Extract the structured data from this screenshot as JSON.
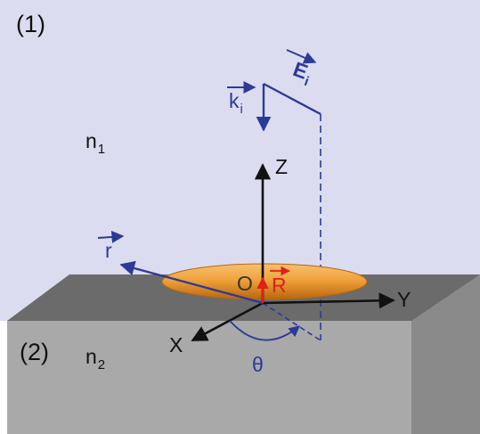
{
  "region_top": {
    "label": "(1)",
    "index": {
      "symbol": "n",
      "sub": "1"
    }
  },
  "region_bottom": {
    "label": "(2)",
    "index": {
      "symbol": "n",
      "sub": "2"
    }
  },
  "axes": {
    "x": "X",
    "y": "Y",
    "z": "Z",
    "origin": "O"
  },
  "vectors": {
    "k": {
      "symbol": "k",
      "sub": "i"
    },
    "e": {
      "symbol": "E",
      "sub": "i"
    },
    "r": {
      "symbol": "r"
    },
    "R": {
      "symbol": "R"
    }
  },
  "angle": "θ",
  "colors": {
    "medium_top": "#dcdcf0",
    "medium_bottom_top_face": "#6b6b6b",
    "medium_bottom_front_face": "#a9a9a9",
    "medium_bottom_side_face": "#8a8a8a",
    "particle": "#f0a23a",
    "axis": "#111111",
    "blue_vectors": "#2b3a98",
    "red_vector": "#e0201b"
  }
}
